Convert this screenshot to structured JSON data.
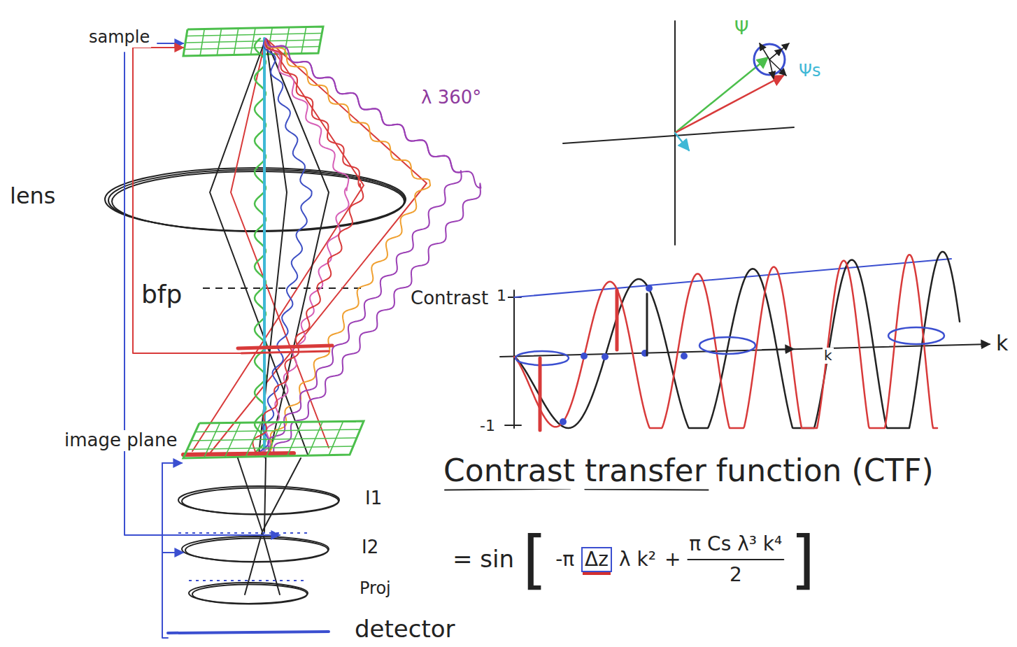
{
  "diagram": {
    "title": "Contrast transfer function (CTF)",
    "nodes": [
      {
        "text": [
          "Δz"
        ]
      }
    ],
    "labels": [
      "sample",
      "lens",
      "bfp",
      "image plane",
      "I1",
      "I2",
      "Proj",
      "detector",
      "λ 360°",
      "Ψ",
      "Ψs",
      "Contrast",
      "1",
      "-1",
      "k",
      "k",
      "= sin",
      "[",
      "-π",
      "λ k²",
      "+",
      "π Cs λ³ k⁴",
      "2",
      "]"
    ]
  }
}
